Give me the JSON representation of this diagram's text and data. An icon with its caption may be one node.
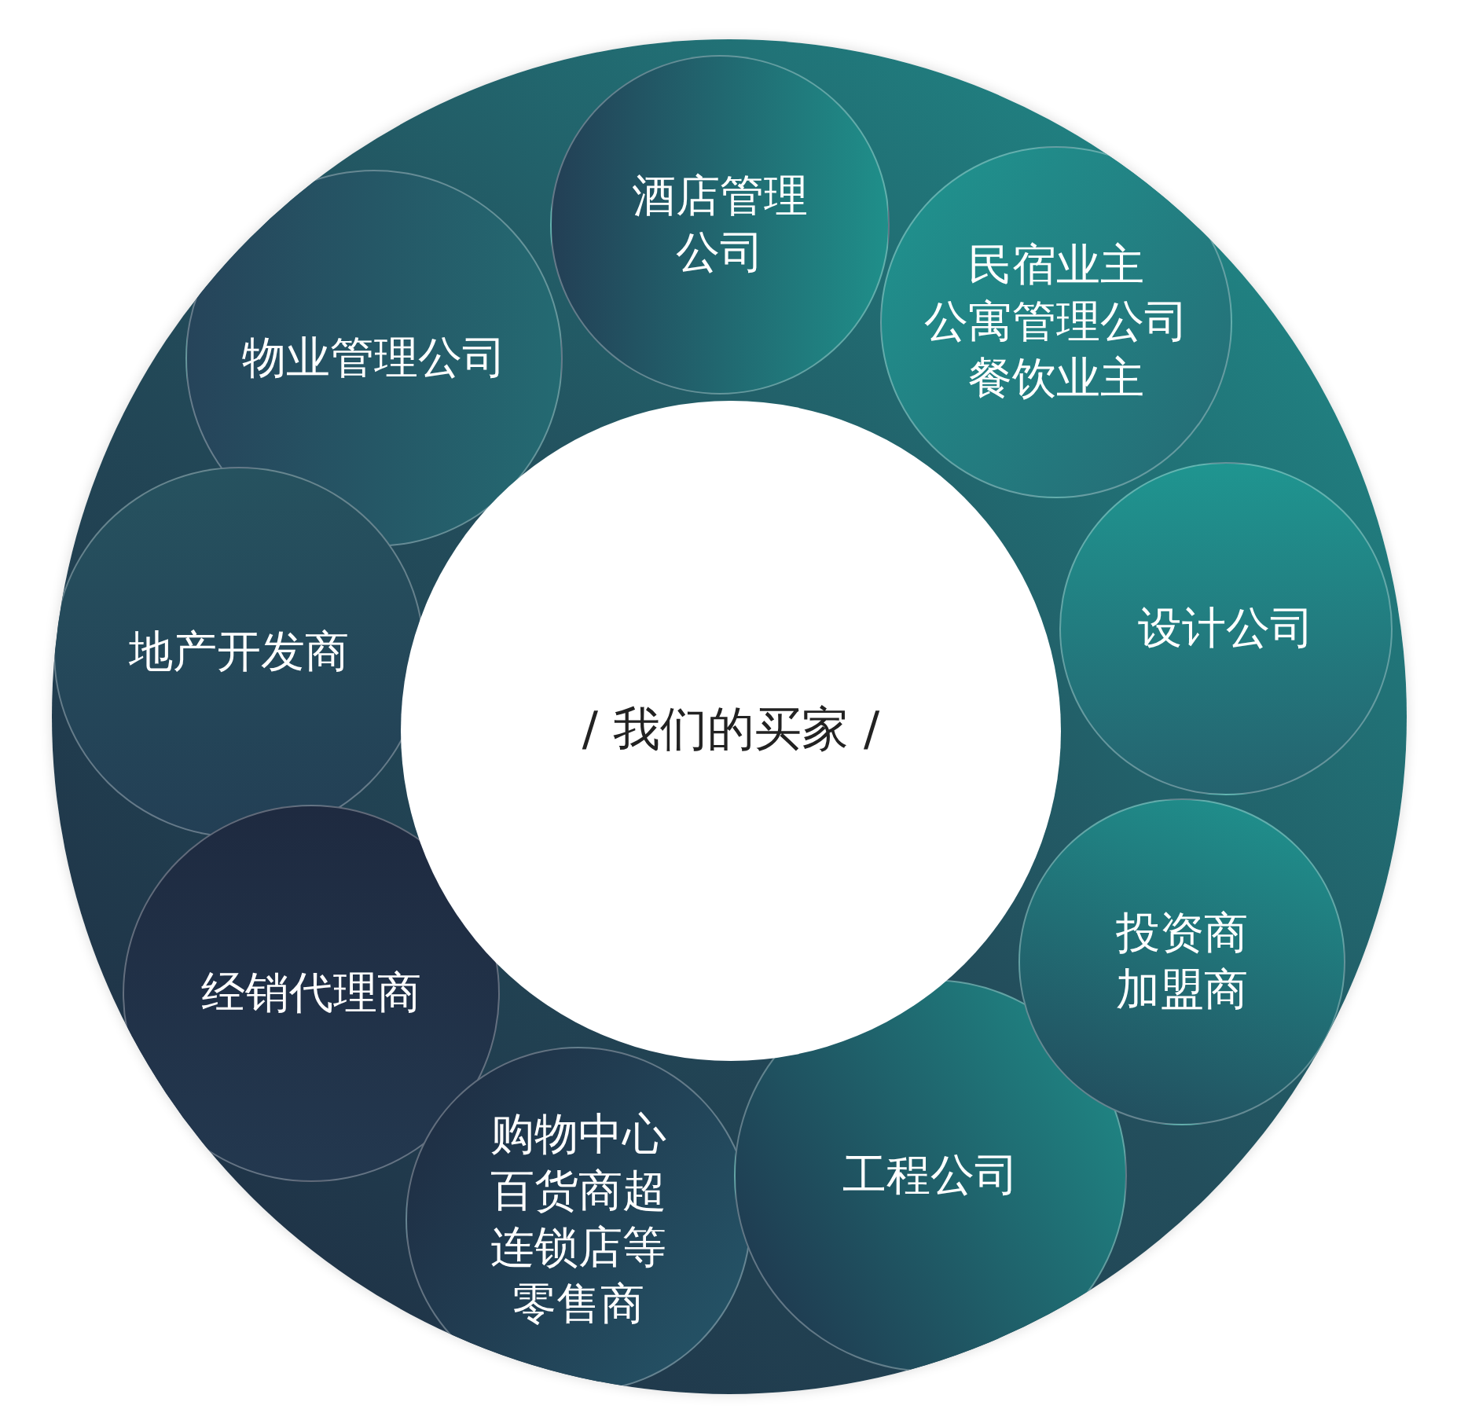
{
  "diagram": {
    "nodes": [
      {
        "text": [
          "/ 我们的买家 /"
        ]
      },
      {
        "text": [
          "酒店管理公司"
        ]
      },
      {
        "text": [
          "民宿业主",
          "公寓管理公司",
          "餐饮业主"
        ]
      },
      {
        "text": [
          "物业管理公司"
        ]
      },
      {
        "text": [
          "设计公司"
        ]
      },
      {
        "text": [
          "地产开发商"
        ]
      },
      {
        "text": [
          "投资商",
          "加盟商"
        ]
      },
      {
        "text": [
          "经销代理商"
        ]
      },
      {
        "text": [
          "工程公司"
        ]
      },
      {
        "text": [
          "购物中心",
          "百货商超",
          "连锁店等",
          "零售商"
        ]
      }
    ]
  }
}
